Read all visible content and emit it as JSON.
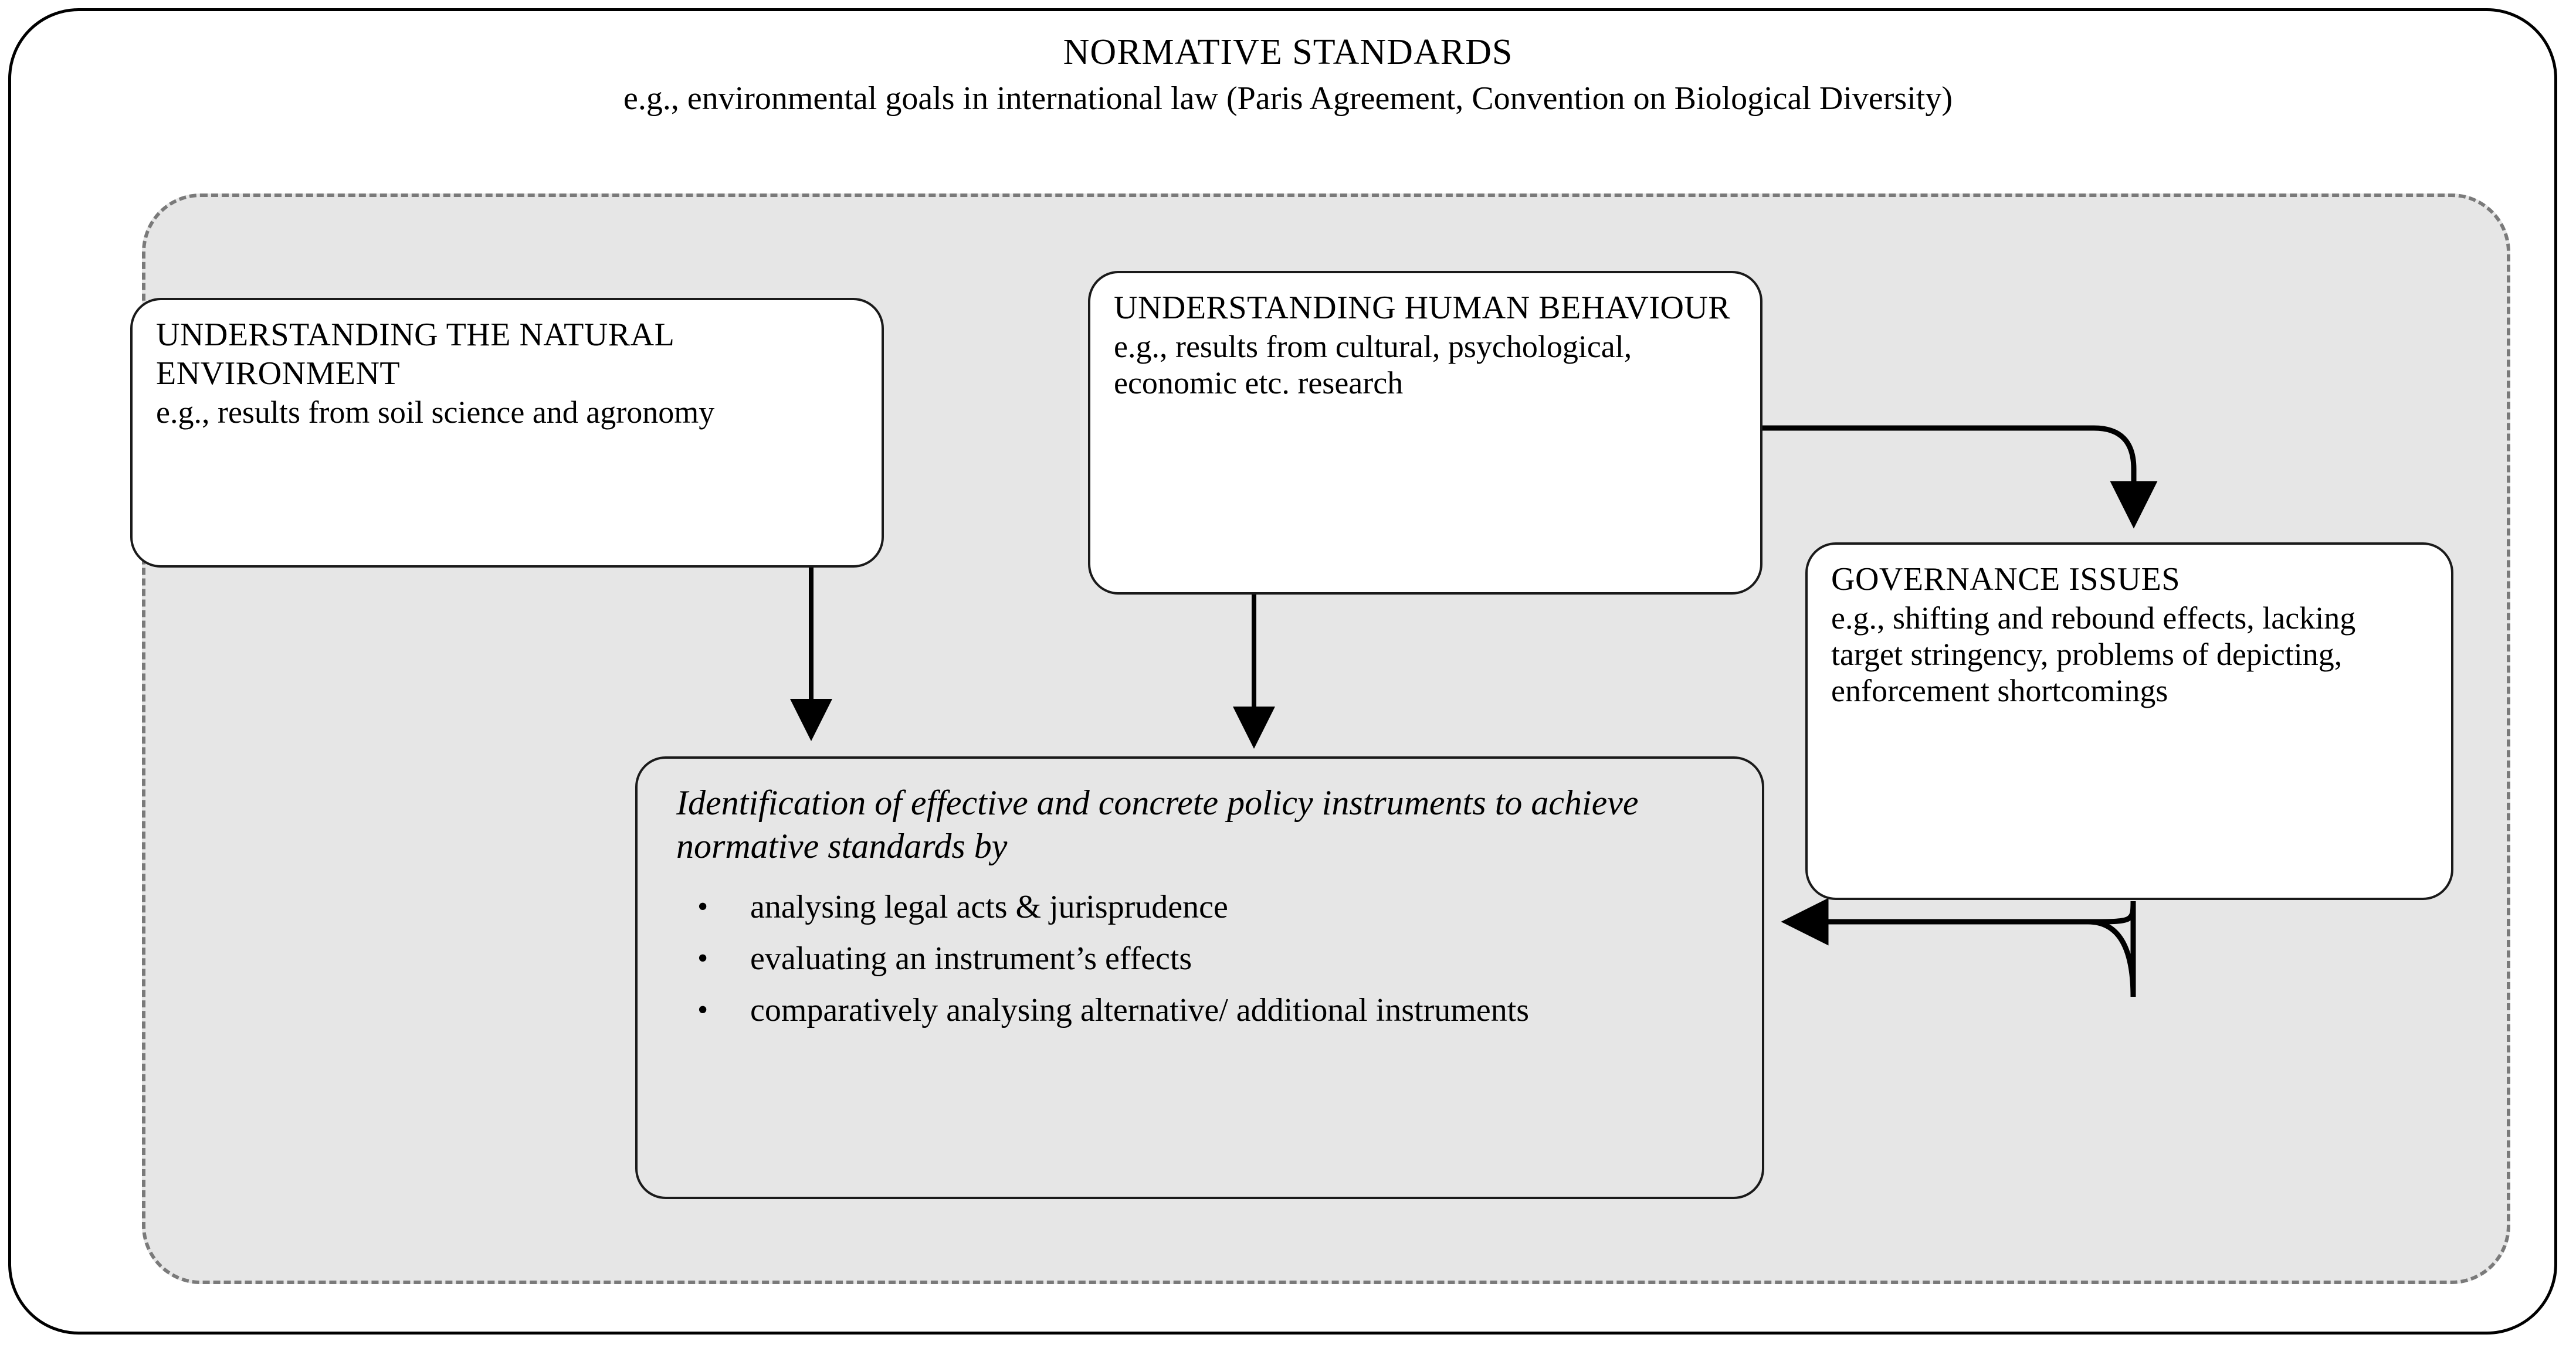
{
  "frame": {
    "title": "NORMATIVE STANDARDS",
    "subtitle": "e.g., environmental goals in international law (Paris Agreement, Convention on Biological Diversity)",
    "border_color": "#000000",
    "panel_fill": "#e6e6e6",
    "panel_border_color": "#7a7a7a"
  },
  "nodes": {
    "natural_environment": {
      "title": "UNDERSTANDING THE NATURAL ENVIRONMENT",
      "body": "e.g., results from soil science and agronomy"
    },
    "human_behaviour": {
      "title": "UNDERSTANDING HUMAN BEHAVIOUR",
      "body": "e.g., results from cultural, psychological, economic etc. research"
    },
    "governance_issues": {
      "title": "GOVERNANCE ISSUES",
      "body": "e.g., shifting and rebound effects, lacking target stringency, problems of depicting, enforcement shortcomings"
    },
    "identification": {
      "lead": "Identification of effective and concrete policy instruments to achieve normative standards by",
      "bullet_marker": "•",
      "bullets": [
        "analysing legal acts & jurisprudence",
        "evaluating an instrument’s effects",
        "comparatively analysing alternative/ additional instruments"
      ]
    }
  },
  "arrows": [
    {
      "name": "natural-environment-to-identification",
      "from": "natural_environment",
      "to": "identification",
      "direction": "down"
    },
    {
      "name": "human-behaviour-to-identification",
      "from": "human_behaviour",
      "to": "identification",
      "direction": "down"
    },
    {
      "name": "human-behaviour-to-governance-issues",
      "from": "human_behaviour",
      "to": "governance_issues",
      "direction": "right-then-down"
    },
    {
      "name": "governance-issues-to-identification",
      "from": "governance_issues",
      "to": "identification",
      "direction": "down-then-left"
    }
  ]
}
